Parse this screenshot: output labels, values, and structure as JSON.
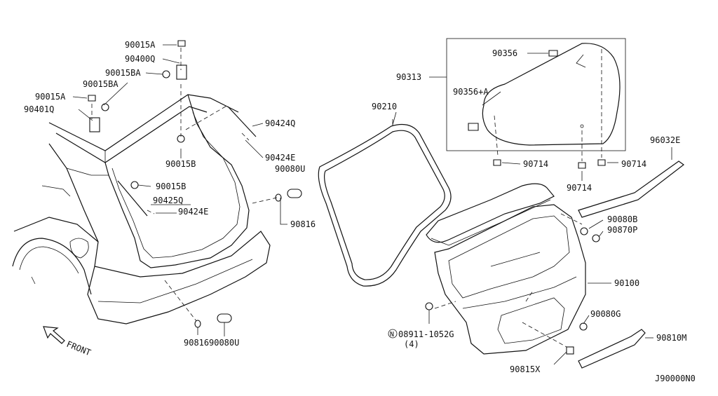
{
  "callouts": {
    "c90015A_top": "90015A",
    "c90400Q": "90400Q",
    "c90015BA_top": "90015BA",
    "c90015A_left": "90015A",
    "c90015BA_left": "90015BA",
    "c90401Q": "90401Q",
    "c90424Q": "90424Q",
    "c90424E_right": "90424E",
    "c90015B_mid": "90015B",
    "c90080U_top": "90080U",
    "c90015B_low": "90015B",
    "c90425Q": "90425Q",
    "c90424E_low": "90424E",
    "c90816_right": "90816",
    "c90816_bottom": "90816",
    "c90080U_bottom": "90080U",
    "c90210": "90210",
    "c90313": "90313",
    "c90356": "90356",
    "c90356A": "90356+A",
    "c90714_a": "90714",
    "c90714_b": "90714",
    "c90714_c": "90714",
    "c96032E": "96032E",
    "c90080B": "90080B",
    "c90870P": "90870P",
    "c90100": "90100",
    "c08911": "08911-1052G",
    "c08911_qty": "(4)",
    "c08911_prefix": "N",
    "c90080G": "90080G",
    "c90810M": "90810M",
    "c90815X": "90815X"
  },
  "front_label": "FRONT",
  "diagram_code": "J90000N0",
  "icons": {
    "front_arrow": "arrow-left-icon",
    "nut_marker": "circled-n-icon"
  }
}
